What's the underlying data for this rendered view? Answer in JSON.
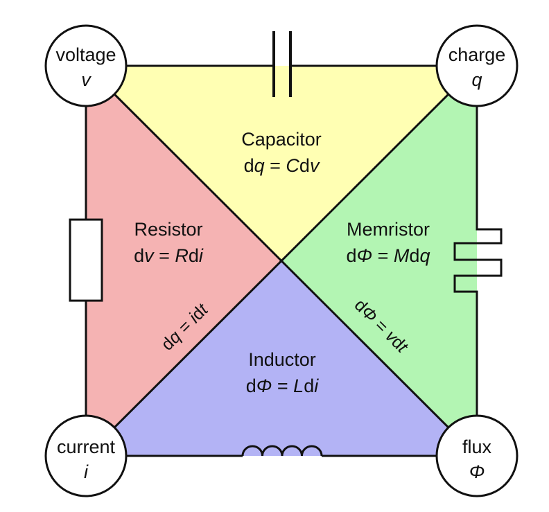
{
  "colors": {
    "capacitor_region": "#ffffb3",
    "resistor_region": "#f5b3b3",
    "memristor_region": "#b3f5b3",
    "inductor_region": "#b3b3f5",
    "stroke": "#111111",
    "node_fill": "#ffffff"
  },
  "nodes": {
    "voltage": {
      "name": "voltage",
      "symbol": "v"
    },
    "charge": {
      "name": "charge",
      "symbol": "q"
    },
    "current": {
      "name": "current",
      "symbol": "i"
    },
    "flux": {
      "name": "flux",
      "symbol": "Φ"
    }
  },
  "elements": {
    "capacitor": {
      "name": "Capacitor",
      "eq_prefix": "d",
      "eq_var": "q",
      "eq_mid": " = ",
      "eq_const": "C",
      "eq_d": "d",
      "eq_var2": "v"
    },
    "resistor": {
      "name": "Resistor",
      "eq_prefix": "d",
      "eq_var": "v",
      "eq_mid": " = ",
      "eq_const": "R",
      "eq_d": "d",
      "eq_var2": "i"
    },
    "memristor": {
      "name": "Memristor",
      "eq_prefix": "d",
      "eq_var": "Φ",
      "eq_mid": " = ",
      "eq_const": "M",
      "eq_d": "d",
      "eq_var2": "q"
    },
    "inductor": {
      "name": "Inductor",
      "eq_prefix": "d",
      "eq_var": "Φ",
      "eq_mid": " = ",
      "eq_const": "L",
      "eq_d": "d",
      "eq_var2": "i"
    }
  },
  "diagonals": {
    "charge_relation": {
      "prefix": "d",
      "lhs": "q",
      "mid": " = ",
      "rhs": "i",
      "d": "d",
      "t": "t"
    },
    "flux_relation": {
      "prefix": "d",
      "lhs": "Φ",
      "mid": " = ",
      "rhs": "v",
      "d": "d",
      "t": "t"
    }
  }
}
